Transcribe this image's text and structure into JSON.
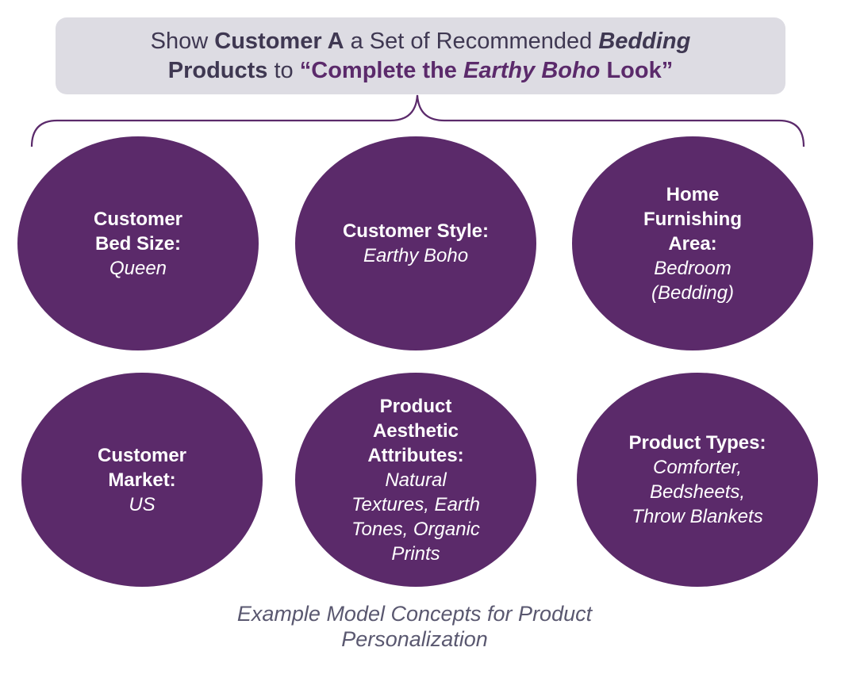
{
  "header": {
    "line1_prefix": "Show ",
    "line1_bold": "Customer A",
    "line1_middle": " a Set of Recommended ",
    "line1_bold_italic": "Bedding",
    "line2_bold": "Products",
    "line2_middle": " to ",
    "line2_quote_start": "“Complete the ",
    "line2_quote_italic": "Earthy Boho",
    "line2_quote_end": " Look”"
  },
  "concepts": [
    {
      "label": "Customer\nBed Size:",
      "value": "Queen"
    },
    {
      "label": "Customer Style:",
      "value": "Earthy Boho"
    },
    {
      "label": "Home\nFurnishing\nArea:",
      "value": "Bedroom\n(Bedding)"
    },
    {
      "label": "Customer\nMarket:",
      "value": "US"
    },
    {
      "label": "Product\nAesthetic\nAttributes:",
      "value": "Natural\nTextures, Earth\nTones, Organic\nPrints"
    },
    {
      "label": "Product Types:",
      "value": "Comforter,\nBedsheets,\nThrow Blankets"
    }
  ],
  "caption": "Example Model Concepts for Product\nPersonalization",
  "colors": {
    "circle_fill": "#5b2a6a",
    "header_bg": "#dddce3",
    "header_text": "#3f3852",
    "accent": "#5b2a6b",
    "caption_text": "#5a5870"
  }
}
